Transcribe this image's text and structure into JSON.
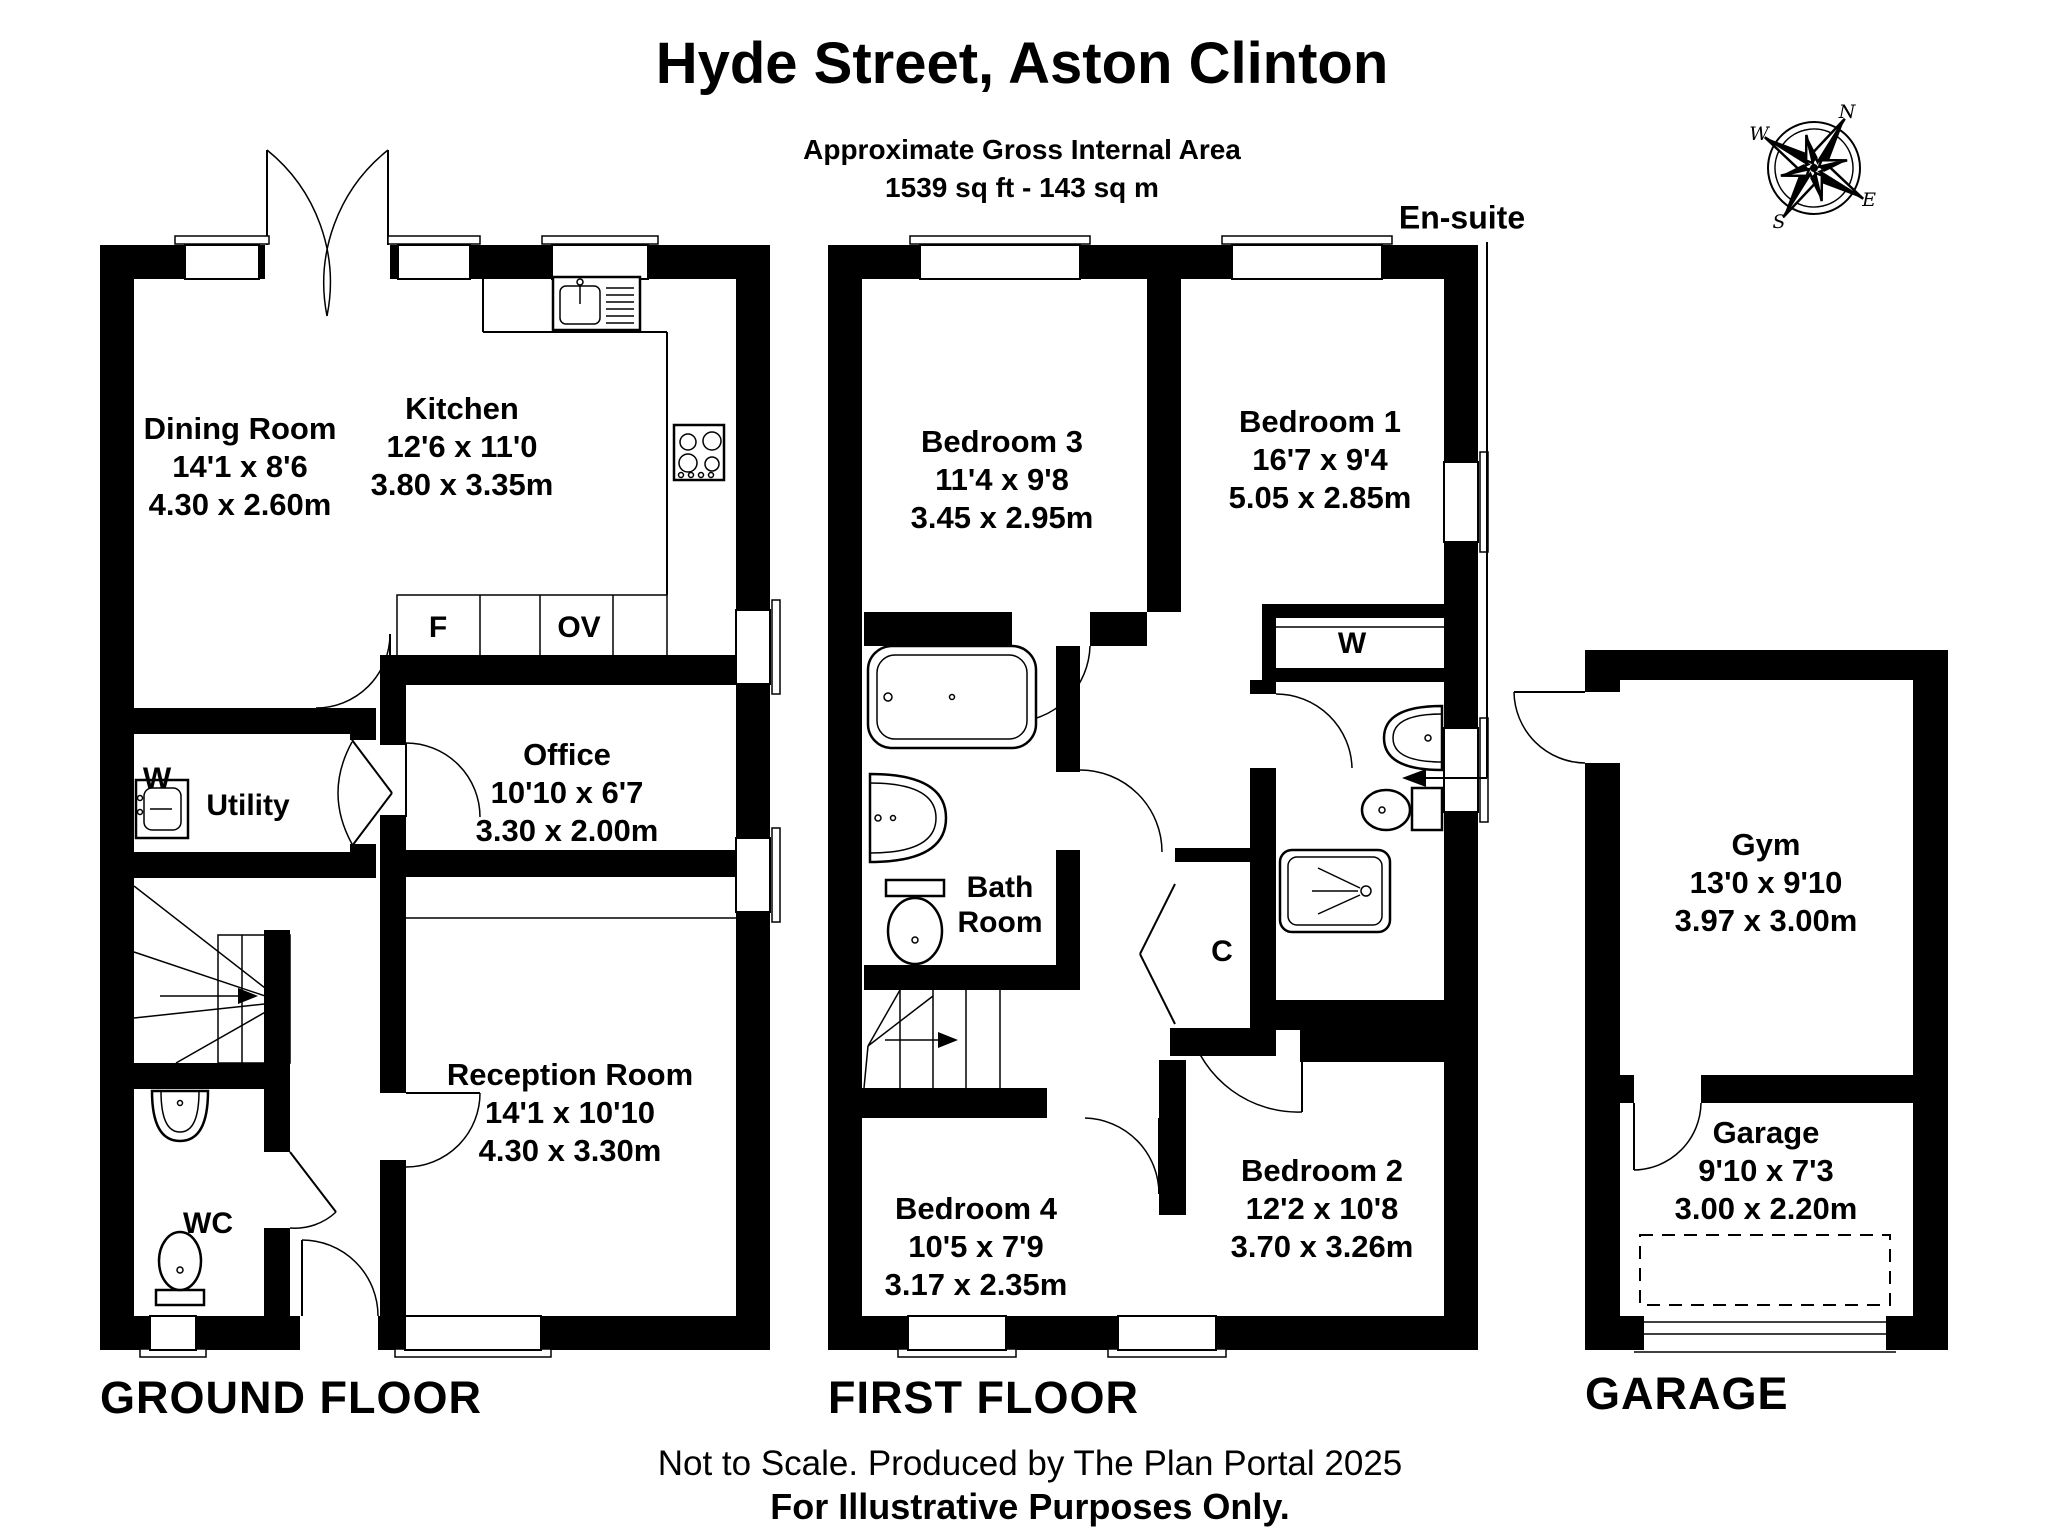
{
  "header": {
    "title": "Hyde Street, Aston Clinton",
    "subtitle": "Approximate Gross Internal Area",
    "area": "1539 sq ft - 143 sq m"
  },
  "compass": {
    "n": "N",
    "e": "E",
    "s": "S",
    "w": "W"
  },
  "callout": {
    "ensuite": "En-suite"
  },
  "ground_floor": {
    "label": "GROUND FLOOR",
    "rooms": {
      "dining_room": {
        "name": "Dining Room",
        "imperial": "14'1 x 8'6",
        "metric": "4.30 x 2.60m"
      },
      "kitchen": {
        "name": "Kitchen",
        "imperial": "12'6 x 11'0",
        "metric": "3.80 x 3.35m"
      },
      "office": {
        "name": "Office",
        "imperial": "10'10 x 6'7",
        "metric": "3.30 x 2.00m"
      },
      "reception_room": {
        "name": "Reception Room",
        "imperial": "14'1 x 10'10",
        "metric": "4.30 x 3.30m"
      },
      "utility": {
        "name": "Utility"
      },
      "wc": {
        "name": "WC"
      },
      "washer": {
        "name": "W"
      },
      "fridge": {
        "name": "F"
      },
      "oven": {
        "name": "OV"
      }
    }
  },
  "first_floor": {
    "label": "FIRST FLOOR",
    "rooms": {
      "bedroom_1": {
        "name": "Bedroom 1",
        "imperial": "16'7 x 9'4",
        "metric": "5.05 x 2.85m"
      },
      "bedroom_2": {
        "name": "Bedroom 2",
        "imperial": "12'2 x 10'8",
        "metric": "3.70 x 3.26m"
      },
      "bedroom_3": {
        "name": "Bedroom 3",
        "imperial": "11'4 x 9'8",
        "metric": "3.45 x 2.95m"
      },
      "bedroom_4": {
        "name": "Bedroom 4",
        "imperial": "10'5 x 7'9",
        "metric": "3.17 x 2.35m"
      },
      "bath_room": {
        "name": "Bath Room"
      },
      "wardrobe": {
        "name": "W"
      },
      "cupboard": {
        "name": "C"
      }
    }
  },
  "garage_block": {
    "label": "GARAGE",
    "rooms": {
      "gym": {
        "name": "Gym",
        "imperial": "13'0 x 9'10",
        "metric": "3.97 x 3.00m"
      },
      "garage": {
        "name": "Garage",
        "imperial": "9'10 x 7'3",
        "metric": "3.00 x 2.20m"
      }
    }
  },
  "footer": {
    "line1": "Not to Scale. Produced by The Plan Portal 2025",
    "line2": "For Illustrative Purposes Only."
  }
}
